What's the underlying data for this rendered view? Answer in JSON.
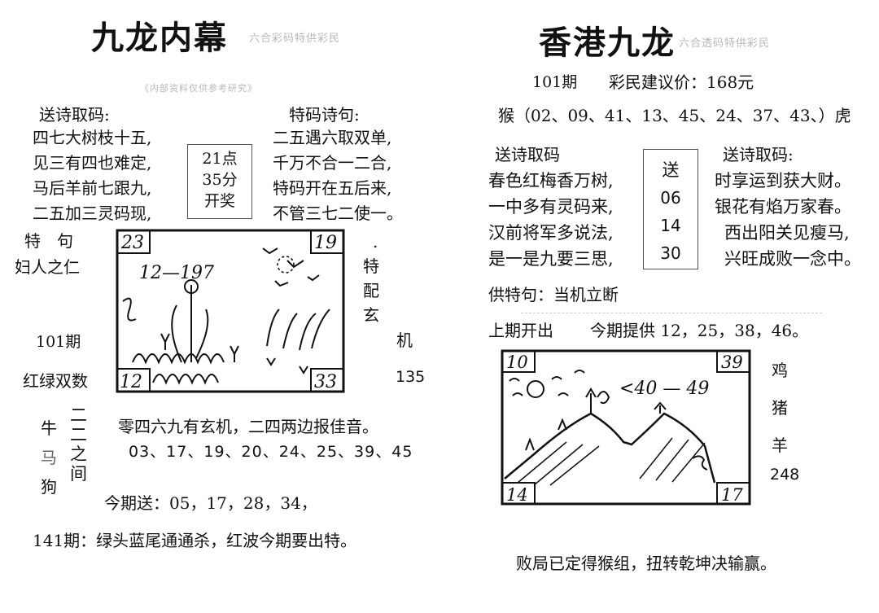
{
  "left": {
    "title": "九龙内幕",
    "subtitle": "六合彩码特供彩民",
    "faint_line": "《内部资料仅供参考研究》",
    "poem_left_heading": "送诗取码:",
    "poem_right_heading": "特码诗句:",
    "poem_left": [
      "四七大树枝十五,",
      "见三有四也难定,",
      "马后羊前七跟九,",
      "二五加三灵码现,"
    ],
    "poem_right": [
      "二五遇六取双单,",
      "千万不合一二合,",
      "特码开在五后来,",
      "不管三七二使一。"
    ],
    "time_box": [
      "21点",
      "35分",
      "开奖"
    ],
    "special_label": "特　句",
    "special_phrase": "妇人之仁",
    "issue": "101期",
    "red_green": "红绿双数",
    "vertical_right": [
      "特",
      "配",
      "玄",
      "机"
    ],
    "dot": ".",
    "right_number": "135",
    "picture_corners": {
      "tl": "23",
      "tr": "19",
      "bl": "12",
      "br": "33"
    },
    "picture_scrawl": "12—197",
    "animals": [
      "牛",
      "马",
      "狗"
    ],
    "between": [
      "二",
      "二",
      "之",
      "间"
    ],
    "line1": "零四六九有玄机，二四两边报佳音。",
    "line2": "03、17、19、20、24、25、39、45",
    "today_send": "今期送：05，17，28，34，",
    "issue141": "141期：绿头蓝尾通通杀，红波今期要出特。"
  },
  "right": {
    "title": "香港九龙",
    "subtitle": "六合透码特供彩民",
    "issue": "101期",
    "price": "彩民建议价：168元",
    "monkey_line": "猴（02、09、41、13、45、24、37、43、）虎",
    "poem_left_heading": "送诗取码",
    "poem_right_heading": "送诗取码:",
    "poem_left": [
      "春色红梅香万树,",
      "一中多有灵码来,",
      "汉前将军多说法,",
      "是一是九要三思,"
    ],
    "poem_right": [
      "时享运到获大财。",
      "银花有焰万家春。",
      "西出阳关见瘦马,",
      "兴旺成败一念中。"
    ],
    "send_box": [
      "送",
      "06",
      "14",
      "30"
    ],
    "special_phrase": "供特句：当机立断",
    "last_issue": "上期开出",
    "this_issue": "今期提供 12，25，38，46。",
    "picture_corners": {
      "tl": "10",
      "tr": "39",
      "bl": "14",
      "br": "17"
    },
    "picture_scrawl": "<40 — 49",
    "animals_right": [
      "鸡",
      "猪",
      "羊"
    ],
    "right_number": "248",
    "bottom_line": "败局已定得猴组，扭转乾坤决输赢。"
  }
}
